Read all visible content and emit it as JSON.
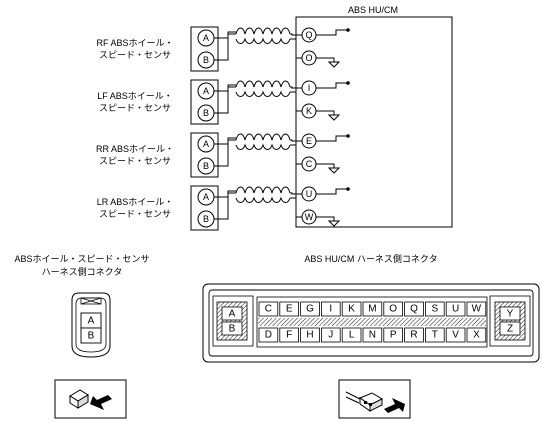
{
  "module": {
    "title": "ABS HU/CM"
  },
  "sensors": [
    {
      "line1": "RF ABSホイール・",
      "line2": "スピード・センサ",
      "pinA": "A",
      "pinB": "B",
      "term1": "Q",
      "term2": "O"
    },
    {
      "line1": "LF ABSホイール・",
      "line2": "スピード・センサ",
      "pinA": "A",
      "pinB": "B",
      "term1": "I",
      "term2": "K"
    },
    {
      "line1": "RR ABSホイール・",
      "line2": "スピード・センサ",
      "pinA": "A",
      "pinB": "B",
      "term1": "E",
      "term2": "C"
    },
    {
      "line1": "LR ABSホイール・",
      "line2": "スピード・センサ",
      "pinA": "A",
      "pinB": "B",
      "term1": "U",
      "term2": "W"
    }
  ],
  "sensor_connector": {
    "title_line1": "ABSホイール・スピード・センサ",
    "title_line2": "ハーネス側コネクタ",
    "pinA": "A",
    "pinB": "B"
  },
  "hu_connector": {
    "title": "ABS HU/CM ハーネス側コネクタ",
    "top_row": [
      "C",
      "E",
      "G",
      "I",
      "K",
      "M",
      "O",
      "Q",
      "S",
      "U",
      "W"
    ],
    "bottom_row": [
      "D",
      "F",
      "H",
      "J",
      "L",
      "N",
      "P",
      "R",
      "T",
      "V",
      "X"
    ],
    "left_top": "A",
    "left_bottom": "B",
    "right_top": "Y",
    "right_bottom": "Z"
  },
  "icons": [
    "sensor-connector-icon",
    "hu-connector-icon"
  ]
}
